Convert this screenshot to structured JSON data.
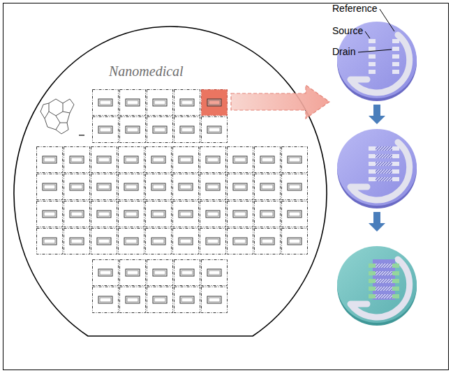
{
  "diagram": {
    "labels": [
      "Nanomedical",
      "Reference",
      "Source",
      "Drain"
    ]
  }
}
